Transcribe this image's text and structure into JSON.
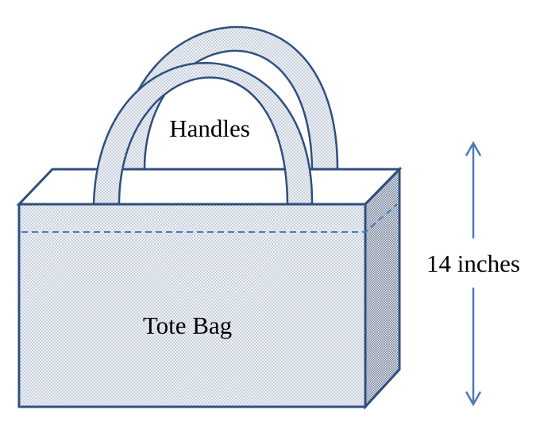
{
  "labels": {
    "handles": "Handles",
    "bag": "Tote Bag",
    "height": "14 inches"
  },
  "colors": {
    "outline": "#2f4f7f",
    "fill": "#e6ecf5",
    "dots": "#4a5d7a",
    "arrow": "#4a7ab8"
  }
}
